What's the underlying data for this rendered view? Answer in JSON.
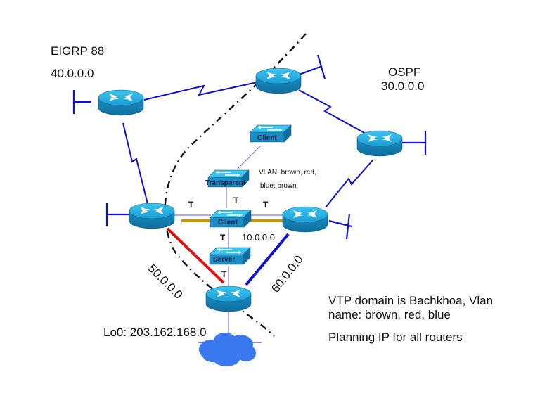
{
  "labels": {
    "eigrp_title": "EIGRP 88",
    "eigrp_net": "40.0.0.0",
    "ospf_title": "OSPF",
    "ospf_net": "30.0.0.0",
    "vlan_info_line1": "VLAN: brown, red,",
    "vlan_info_line2": "blue; brown",
    "net_10": "10.0.0.0",
    "net_50": "50.0.0.0",
    "net_60": "60.0.0.0",
    "loopback": "Lo0: 203.162.168.0",
    "note_line1": "VTP domain is Bachkhoa, Vlan",
    "note_line2": "name: brown, red, blue",
    "note_line3": "Planning IP for all routers",
    "trunk": "T"
  },
  "switches": [
    {
      "id": "sw-client-top",
      "label": "Client"
    },
    {
      "id": "sw-transparent",
      "label": "Transparent"
    },
    {
      "id": "sw-client-mid",
      "label": "Client"
    },
    {
      "id": "sw-server",
      "label": "Server"
    }
  ],
  "routers": [
    {
      "id": "router-top-left"
    },
    {
      "id": "router-top-center"
    },
    {
      "id": "router-right"
    },
    {
      "id": "router-mid-left"
    },
    {
      "id": "router-mid-right"
    },
    {
      "id": "router-bottom"
    }
  ],
  "colors": {
    "link_blue": "#1010d0",
    "vlan_red": "#e01010",
    "vlan_blue": "#1010d0",
    "vlan_brown": "#c8960a",
    "device": "#1aa0d8",
    "cloud": "#3a78f0",
    "switch_link": "#7a7ad0"
  }
}
